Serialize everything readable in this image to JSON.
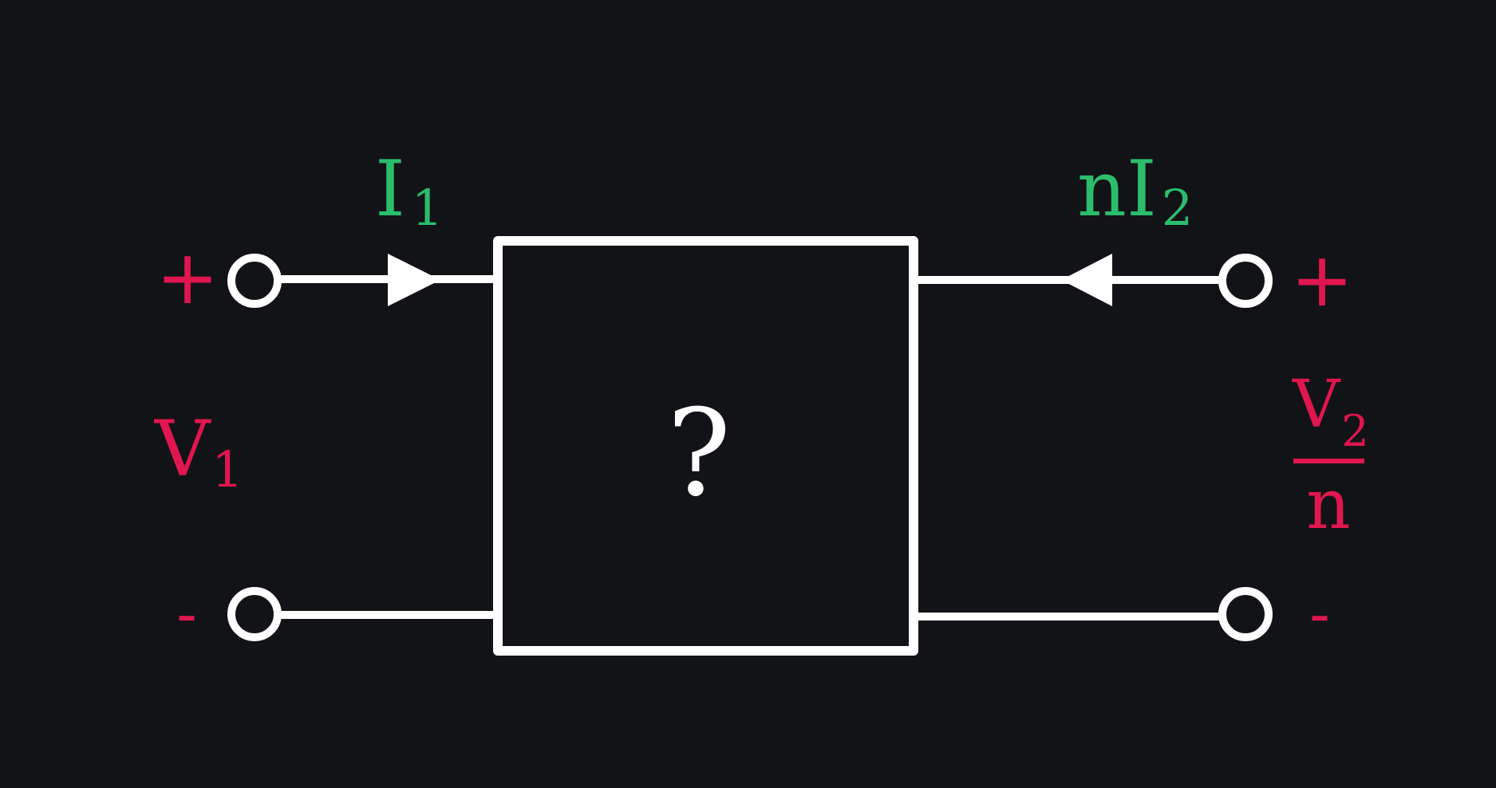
{
  "colors": {
    "background": "#121317",
    "wire": "#ffffff",
    "voltage": "#e0164f",
    "current": "#2bbd6c"
  },
  "box": {
    "symbol": "?"
  },
  "port1": {
    "current_main": "I",
    "current_sub": "1",
    "voltage_main": "V",
    "voltage_sub": "1",
    "plus": "+",
    "minus": "-"
  },
  "port2": {
    "current_main": "nI",
    "current_sub": "2",
    "voltage_main": "V",
    "voltage_sub": "2",
    "voltage_denominator": "n",
    "plus": "+",
    "minus": "-"
  }
}
